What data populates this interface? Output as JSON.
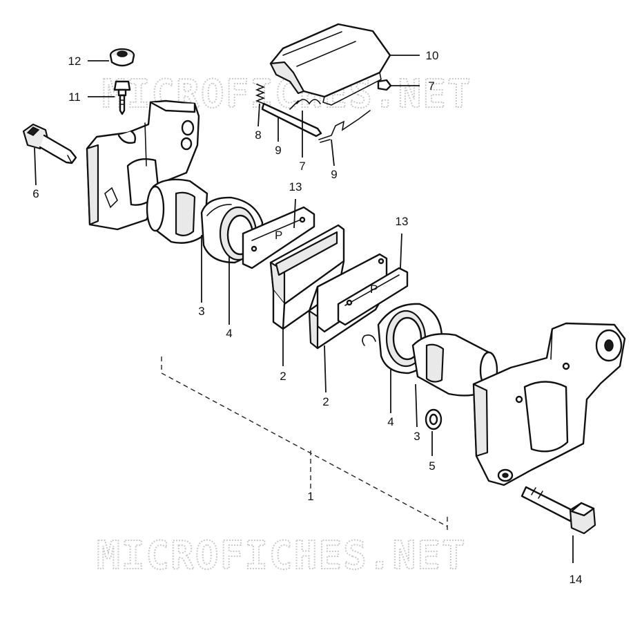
{
  "watermark": "MICROFICHES.NET",
  "callouts": {
    "c1": "1",
    "c2a": "2",
    "c2b": "2",
    "c3a": "3",
    "c3b": "3",
    "c4a": "4",
    "c4b": "4",
    "c5": "5",
    "c6": "6",
    "c7a": "7",
    "c7b": "7",
    "c8": "8",
    "c9a": "9",
    "c9b": "9",
    "c10": "10",
    "c11": "11",
    "c12": "12",
    "c13a": "13",
    "c13b": "13",
    "c14": "14"
  },
  "pad_marks": {
    "inner": "P",
    "outer": "P"
  },
  "colors": {
    "line": "#111111",
    "watermark": "#c9c9c9",
    "background": "#ffffff"
  }
}
